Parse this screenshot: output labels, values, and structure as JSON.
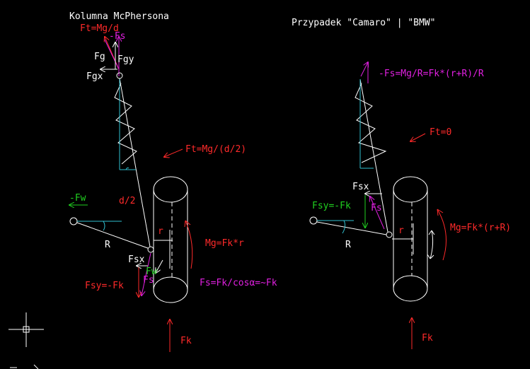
{
  "colors": {
    "background": "#000000",
    "line": "#ffffff",
    "red": "#ff2a2a",
    "magenta": "#e020e0",
    "green": "#20d020",
    "cyan": "#30c0d0"
  },
  "left": {
    "title": "Kolumna McPhersona",
    "ft": "Ft=Mg/d",
    "fs_top": "-Fs",
    "fg": "Fg",
    "fgy": "Fgy",
    "fgx": "Fgx",
    "ft_mid": "Ft=Mg/(d/2)",
    "d2": "d/2",
    "fw": "-Fw",
    "R": "R",
    "r": "r",
    "mg": "Mg=Fk*r",
    "fsx": "Fsx",
    "fw_small": "Fw",
    "fsy": "Fsy=-Fk",
    "fs_bottom": "Fs",
    "fs_eq": "Fs=Fk/cosα=~Fk",
    "fk": "Fk"
  },
  "right": {
    "title": "Przypadek \"Camaro\" | \"BMW\"",
    "fs_eq": "-Fs=Mg/R=Fk*(r+R)/R",
    "ft0": "Ft=0",
    "fsx": "Fsx",
    "fsy": "Fsy=-Fk",
    "fs": "Fs",
    "r": "r",
    "R": "R",
    "mg": "Mg=Fk*(r+R)",
    "fk": "Fk"
  }
}
